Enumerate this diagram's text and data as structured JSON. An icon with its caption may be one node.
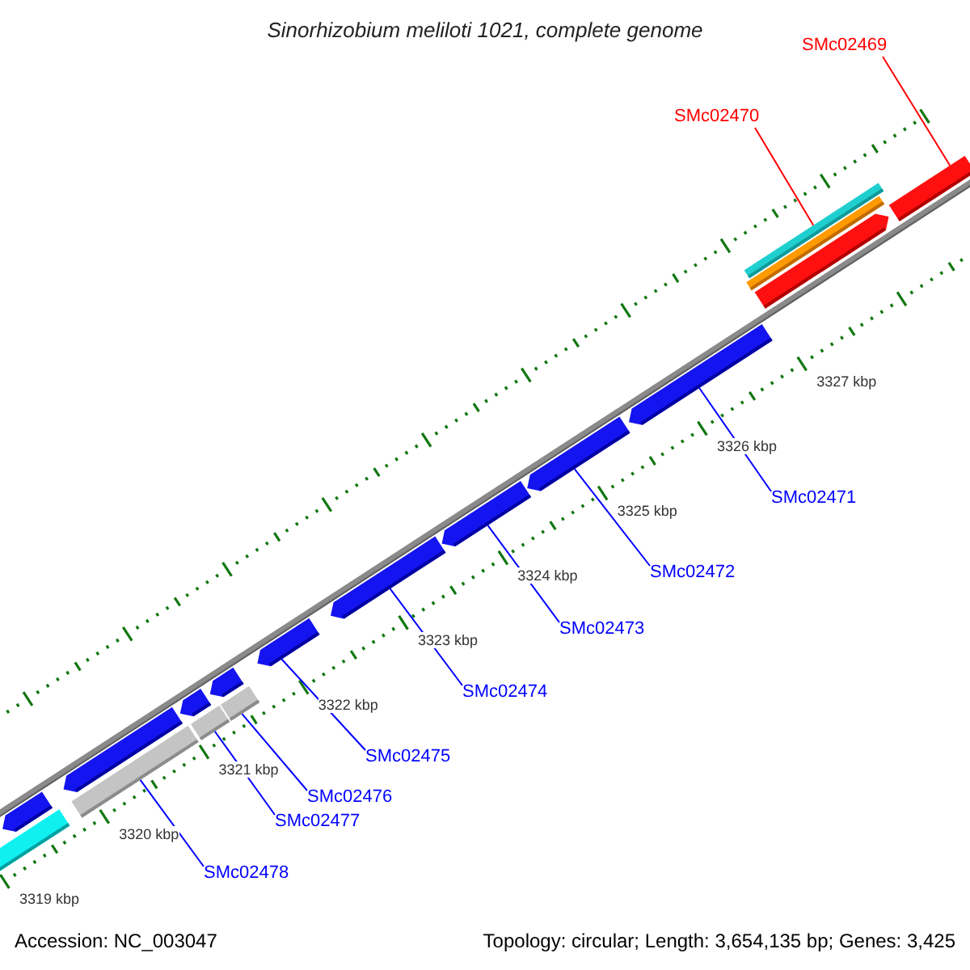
{
  "diagram": {
    "title": "Sinorhizobium meliloti 1021, complete genome",
    "nodes": [
      {
        "text": [
          "SMc02469"
        ]
      },
      {
        "text": [
          "SMc02470"
        ]
      },
      {
        "text": [
          "SMc02471"
        ]
      },
      {
        "text": [
          "SMc02472"
        ]
      },
      {
        "text": [
          "SMc02473"
        ]
      },
      {
        "text": [
          "SMc02474"
        ]
      },
      {
        "text": [
          "SMc02475"
        ]
      },
      {
        "text": [
          "SMc02476"
        ]
      },
      {
        "text": [
          "SMc02477"
        ]
      },
      {
        "text": [
          "SMc02478"
        ]
      },
      {
        "text": [],
        "shape": "bar"
      },
      {
        "text": [],
        "shape": "bar"
      },
      {
        "text": [],
        "shape": "arrow"
      },
      {
        "text": [],
        "shape": "arrow"
      },
      {
        "text": [],
        "shape": "arrow"
      },
      {
        "text": [],
        "shape": "arrow"
      },
      {
        "text": [],
        "shape": "arrow"
      },
      {
        "text": [],
        "shape": "arrow"
      },
      {
        "text": [],
        "shape": "arrow"
      },
      {
        "text": [],
        "shape": "arrow"
      },
      {
        "text": [],
        "shape": "arrow"
      },
      {
        "text": [],
        "shape": "arrow"
      },
      {
        "text": [],
        "shape": "arrow"
      },
      {
        "text": [],
        "shape": "bar"
      },
      {
        "text": [],
        "shape": "bar"
      },
      {
        "text": [],
        "shape": "bar"
      },
      {
        "text": [],
        "shape": "bar"
      }
    ],
    "edges": [
      {
        "from": 0,
        "to": 13,
        "arrow": "none",
        "color": "#ff0000"
      },
      {
        "from": 1,
        "to": 10,
        "arrow": "none",
        "color": "#ff0000"
      },
      {
        "from": 2,
        "to": 22,
        "arrow": "none"
      },
      {
        "from": 3,
        "to": 21,
        "arrow": "none"
      },
      {
        "from": 4,
        "to": 20,
        "arrow": "none"
      },
      {
        "from": 5,
        "to": 19,
        "arrow": "none"
      },
      {
        "from": 6,
        "to": 18,
        "arrow": "none"
      },
      {
        "from": 7,
        "to": 26,
        "arrow": "none"
      },
      {
        "from": 8,
        "to": 25,
        "arrow": "none"
      },
      {
        "from": 9,
        "to": 24,
        "arrow": "none"
      }
    ],
    "labels": [
      "3319 kbp",
      "3320 kbp",
      "3321 kbp",
      "3322 kbp",
      "3323 kbp",
      "3324 kbp",
      "3325 kbp",
      "3326 kbp",
      "3327 kbp",
      "Accession: NC_003047",
      "Topology: circular; Length: 3,654,135 bp; Genes: 3,425"
    ]
  }
}
